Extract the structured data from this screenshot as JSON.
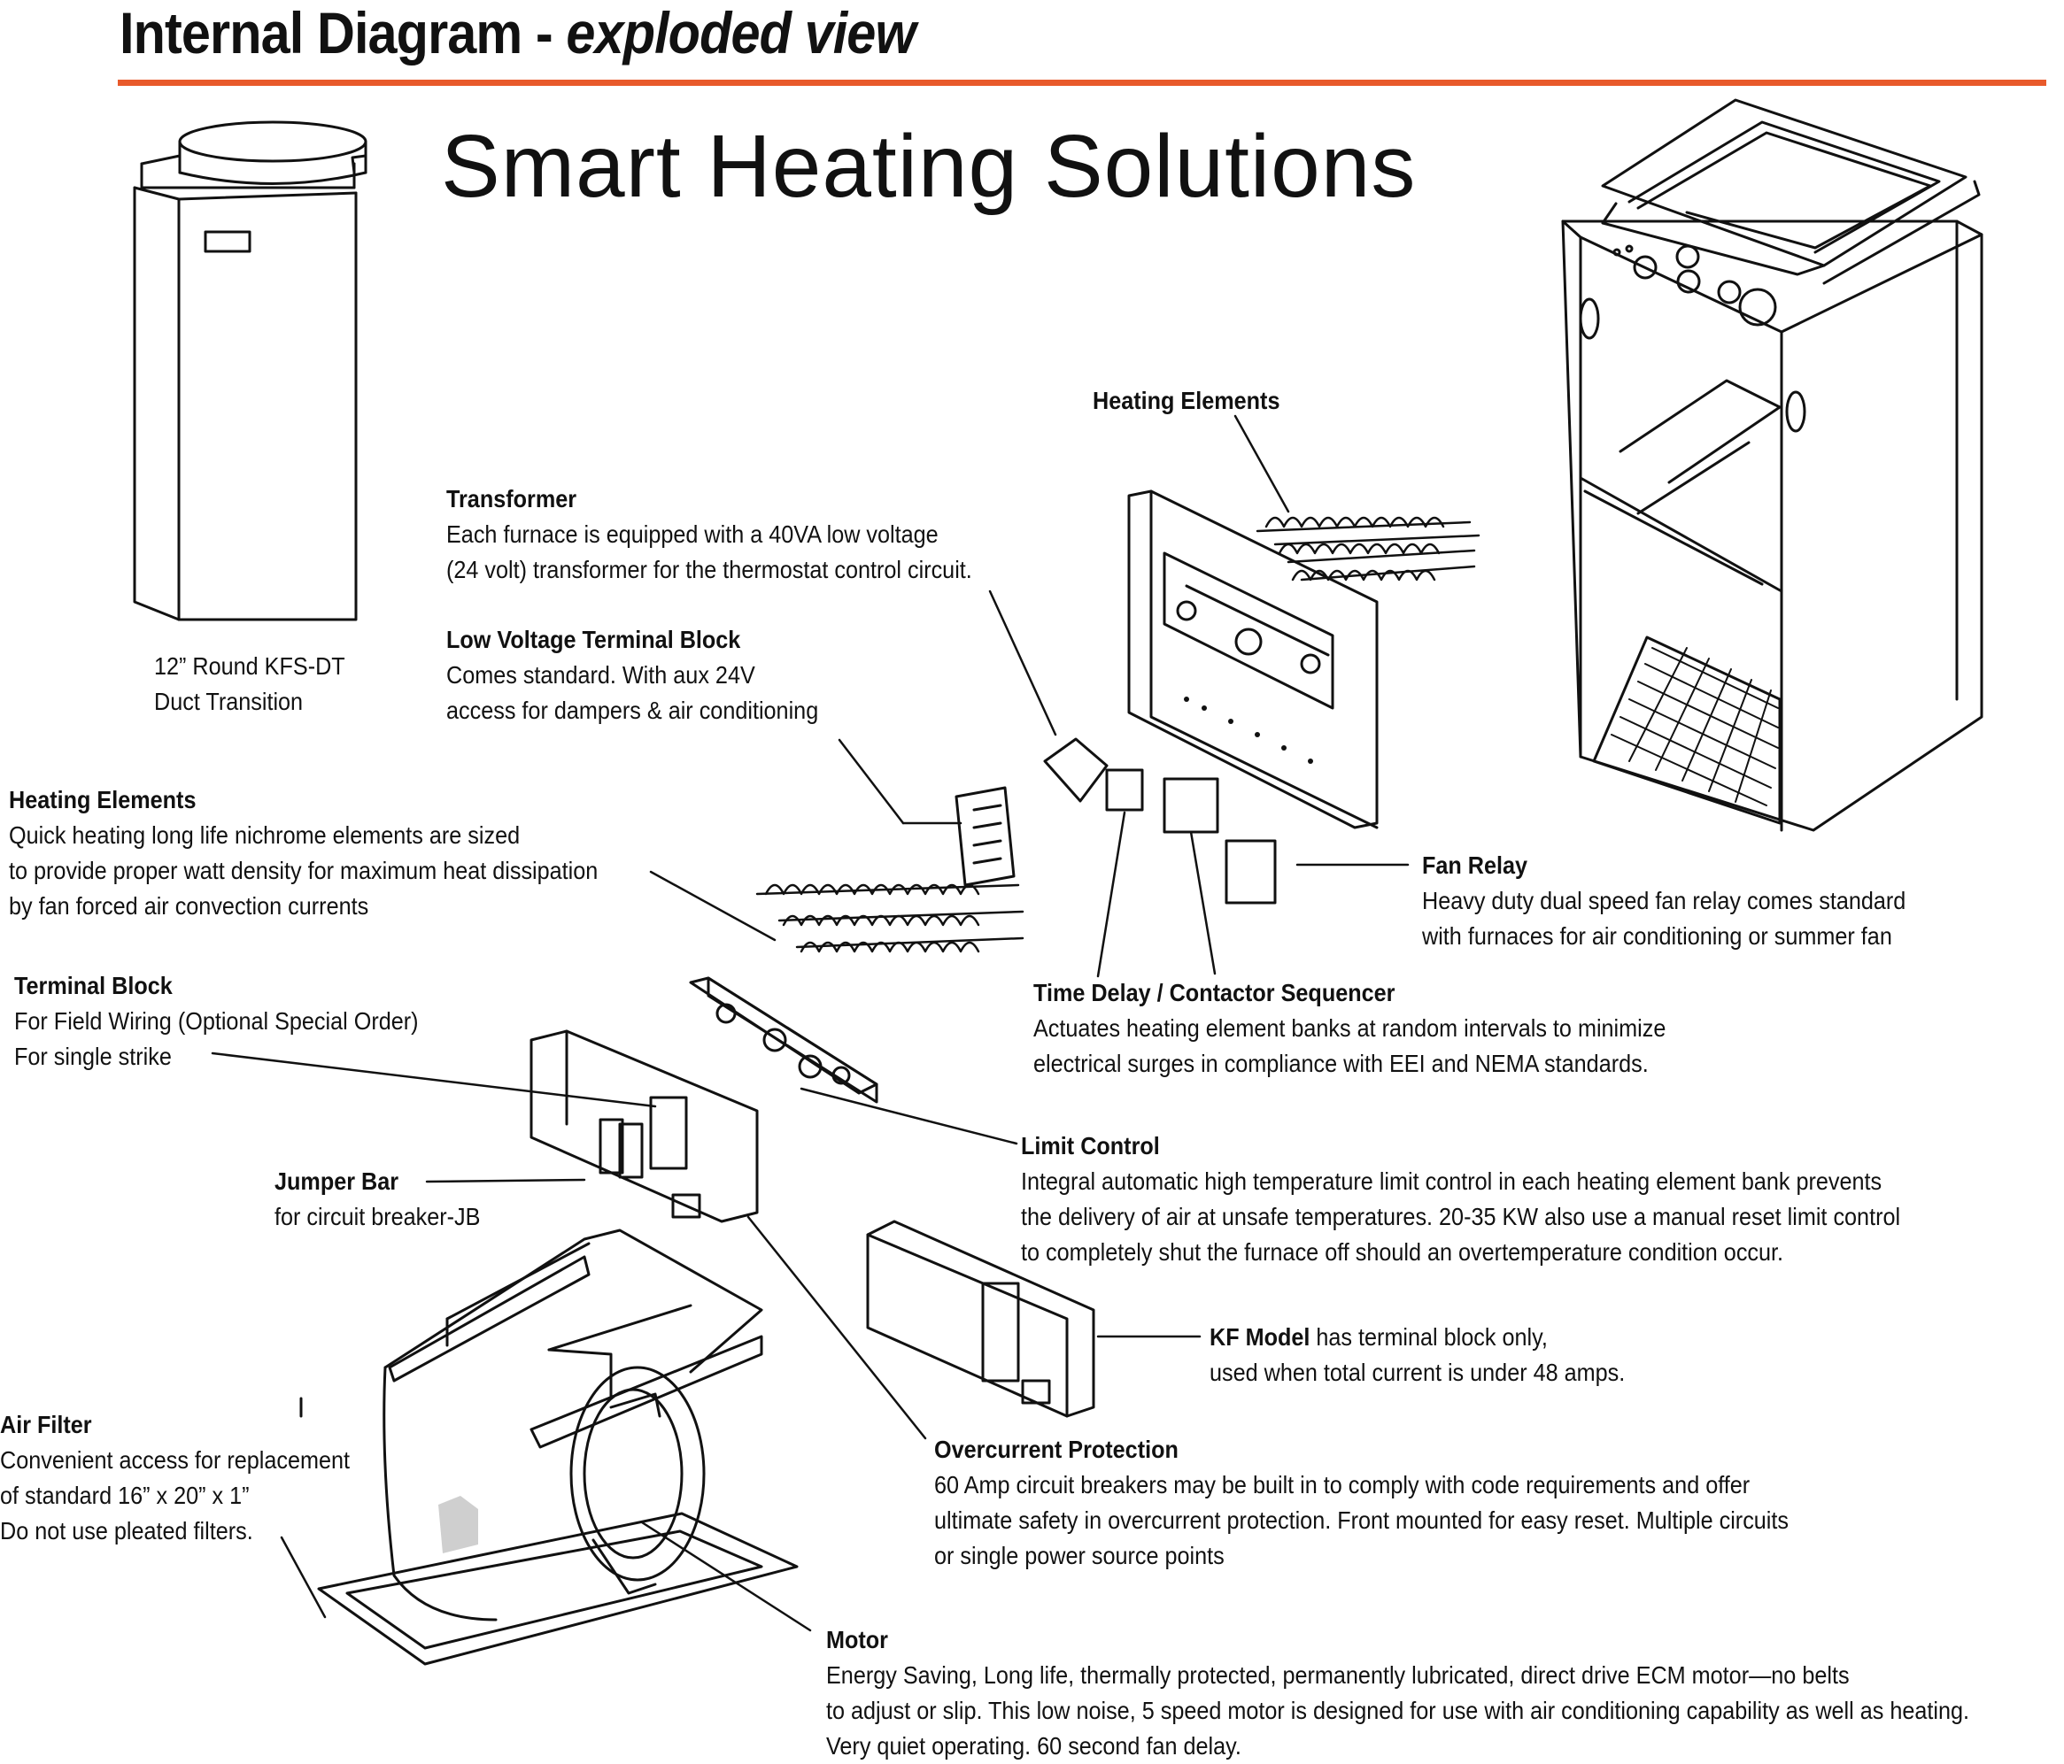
{
  "header": {
    "title_main": "Internal Diagram - ",
    "title_italic": "exploded view",
    "accent_color": "#e85a2b"
  },
  "brand": "Smart Heating Solutions",
  "callouts": {
    "duct_transition": {
      "lines": [
        "12” Round KFS-DT",
        "Duct Transition"
      ]
    },
    "heating_elements_top": {
      "title": "Heating Elements"
    },
    "transformer": {
      "title": "Transformer",
      "lines": [
        "Each furnace is equipped with a 40VA low voltage",
        "(24 volt) transformer for the thermostat control circuit."
      ]
    },
    "low_voltage": {
      "title": "Low Voltage Terminal Block",
      "lines": [
        "Comes standard. With aux 24V",
        "access for dampers & air conditioning"
      ]
    },
    "heating_elements_left": {
      "title": "Heating Elements",
      "lines": [
        "Quick heating long life nichrome elements are sized",
        "to provide proper watt density for maximum heat dissipation",
        "by fan forced air convection currents"
      ]
    },
    "fan_relay": {
      "title": "Fan Relay",
      "lines": [
        "Heavy duty dual speed fan relay comes standard",
        "with furnaces for air conditioning or summer fan"
      ]
    },
    "terminal_block": {
      "title": "Terminal Block",
      "lines": [
        "For Field Wiring (Optional Special Order)",
        "For single strike"
      ]
    },
    "time_delay": {
      "title": "Time Delay / Contactor Sequencer",
      "lines": [
        "Actuates heating element banks at random intervals to minimize",
        "electrical surges in compliance with EEI and NEMA standards."
      ]
    },
    "jumper_bar": {
      "title": "Jumper Bar",
      "lines": [
        "for circuit breaker-JB"
      ]
    },
    "limit_control": {
      "title": "Limit Control",
      "lines": [
        "Integral automatic high temperature limit control in each heating element bank prevents",
        "the delivery of air at unsafe temperatures. 20-35 KW also use a manual reset limit control",
        "to completely shut the furnace off should an overtemperature condition occur."
      ]
    },
    "kf_model": {
      "title": "KF Model",
      "rest": " has terminal block only,",
      "line2": "used when total current is under 48 amps."
    },
    "air_filter": {
      "title": "Air Filter",
      "lines": [
        "Convenient access for replacement",
        "of standard 16” x 20” x 1”",
        "Do not use pleated filters."
      ]
    },
    "overcurrent": {
      "title": "Overcurrent Protection",
      "lines": [
        "60 Amp circuit breakers may be built in to comply with code requirements and offer",
        "ultimate safety in overcurrent protection. Front mounted for easy reset. Multiple circuits",
        "or single power source points"
      ]
    },
    "motor": {
      "title": "Motor",
      "lines": [
        "Energy Saving, Long life, thermally protected, permanently lubricated, direct drive ECM motor—no belts",
        "to adjust or slip. This low noise, 5 speed motor is designed for use with air conditioning capability as well as heating.",
        "Very quiet operating. 60 second fan delay."
      ]
    }
  }
}
